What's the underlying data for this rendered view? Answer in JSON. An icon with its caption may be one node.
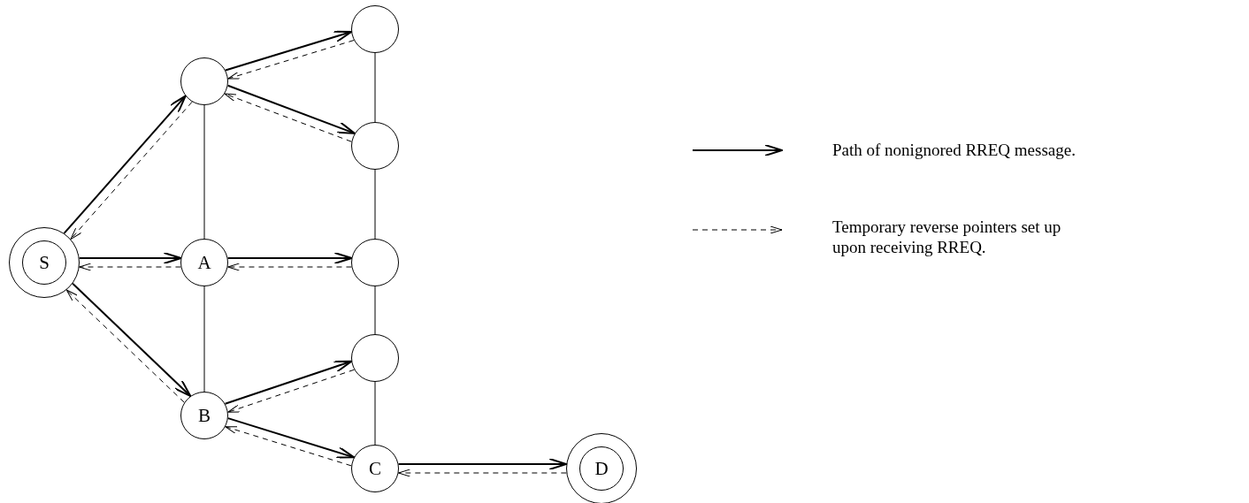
{
  "diagram": {
    "nodes": [
      {
        "text": [
          "S"
        ]
      },
      {
        "text": [],
        "shape": "circle"
      },
      {
        "text": [],
        "shape": "circle"
      },
      {
        "text": [],
        "shape": "circle"
      },
      {
        "text": [
          "A"
        ]
      },
      {
        "text": [],
        "shape": "circle"
      },
      {
        "text": [],
        "shape": "circle"
      },
      {
        "text": [
          "B"
        ]
      },
      {
        "text": [
          "C"
        ]
      },
      {
        "text": [
          "D"
        ]
      }
    ],
    "edges": [
      {
        "from": 0,
        "to": 1,
        "arrow": "to"
      },
      {
        "from": 1,
        "to": 0,
        "arrow": "to",
        "style": "dashed"
      },
      {
        "from": 1,
        "to": 2,
        "arrow": "to"
      },
      {
        "from": 2,
        "to": 1,
        "arrow": "to",
        "style": "dashed"
      },
      {
        "from": 1,
        "to": 3,
        "arrow": "to"
      },
      {
        "from": 3,
        "to": 1,
        "arrow": "to",
        "style": "dashed"
      },
      {
        "from": 0,
        "to": 4,
        "arrow": "to"
      },
      {
        "from": 4,
        "to": 0,
        "arrow": "to",
        "style": "dashed"
      },
      {
        "from": 4,
        "to": 5,
        "arrow": "to"
      },
      {
        "from": 5,
        "to": 4,
        "arrow": "to",
        "style": "dashed"
      },
      {
        "from": 0,
        "to": 7,
        "arrow": "to"
      },
      {
        "from": 7,
        "to": 0,
        "arrow": "to",
        "style": "dashed"
      },
      {
        "from": 7,
        "to": 6,
        "arrow": "to"
      },
      {
        "from": 6,
        "to": 7,
        "arrow": "to",
        "style": "dashed"
      },
      {
        "from": 7,
        "to": 8,
        "arrow": "to"
      },
      {
        "from": 8,
        "to": 7,
        "arrow": "to",
        "style": "dashed"
      },
      {
        "from": 8,
        "to": 9,
        "arrow": "to"
      },
      {
        "from": 9,
        "to": 8,
        "arrow": "to",
        "style": "dashed"
      },
      {
        "from": 1,
        "to": 4,
        "arrow": "none"
      },
      {
        "from": 4,
        "to": 7,
        "arrow": "none"
      },
      {
        "from": 2,
        "to": 3,
        "arrow": "none"
      },
      {
        "from": 3,
        "to": 5,
        "arrow": "none"
      },
      {
        "from": 5,
        "to": 6,
        "arrow": "none"
      },
      {
        "from": 6,
        "to": 8,
        "arrow": "none"
      }
    ],
    "legend": [
      {
        "text": "Path of nonignored RREQ message."
      },
      {
        "text": "Temporary reverse pointers set up upon receiving RREQ."
      }
    ]
  }
}
